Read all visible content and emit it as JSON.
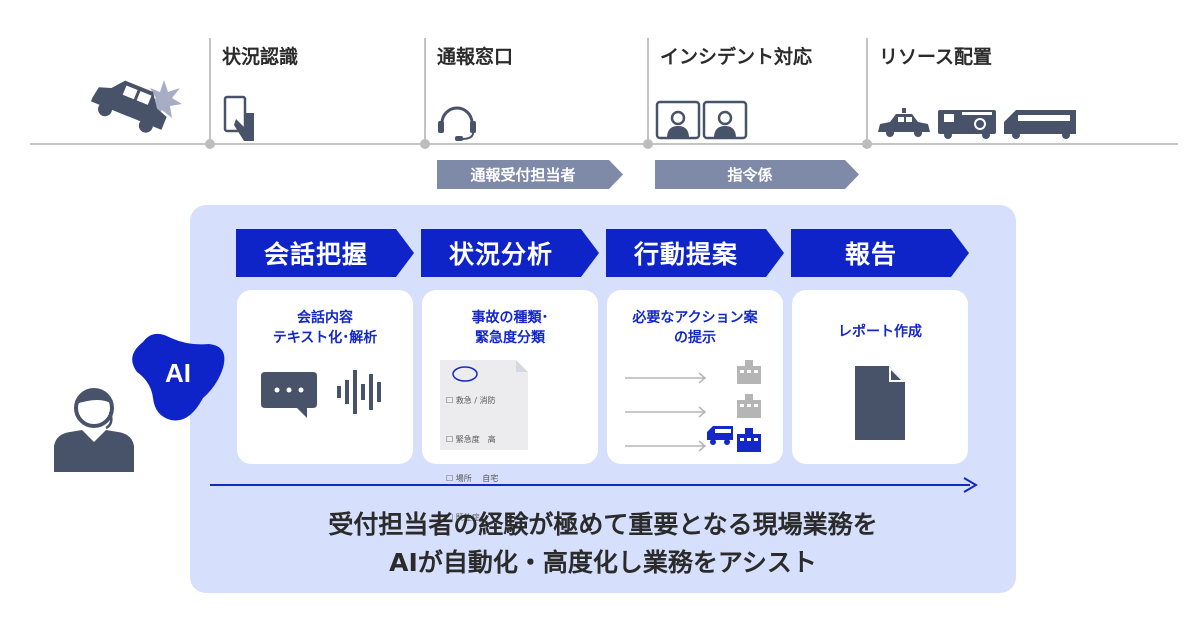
{
  "timeline": {
    "stages": [
      {
        "label": "状況認識",
        "icon": "smartphone-touch-icon"
      },
      {
        "label": "通報窓口",
        "icon": "headset-icon"
      },
      {
        "label": "インシデント対応",
        "icon": "operators-icon"
      },
      {
        "label": "リソース配置",
        "icon": "emergency-vehicles-icon"
      }
    ],
    "start_icon": "car-crash-icon",
    "roles": [
      {
        "label": "通報受付担当者"
      },
      {
        "label": "指令係"
      }
    ]
  },
  "ai": {
    "badge": "AI",
    "operator_icon": "operator-icon",
    "steps": [
      {
        "title": "会話把握",
        "description": "会話内容\nテキスト化･解析",
        "icon": "chat-waveform-icon"
      },
      {
        "title": "状況分析",
        "description": "事故の種類･\n緊急度分類",
        "icon": "checklist-document-icon",
        "checklist": [
          "救急 / 消防",
          "緊急度　高",
          "場所　 自宅",
          "既往症",
          "⋮"
        ]
      },
      {
        "title": "行動提案",
        "description": "必要なアクション案\nの提示",
        "icon": "routing-arrows-icon"
      },
      {
        "title": "報告",
        "description": "レポート作成",
        "icon": "document-icon"
      }
    ],
    "summary_line1": "受付担当者の経験が極めて重要となる現場業務を",
    "summary_line2": "AIが自動化・高度化し業務をアシスト"
  },
  "colors": {
    "accent": "#0e24c9",
    "panel": "#d6e0fc",
    "role_tag": "#7f8aa8",
    "icon_dark": "#48536a"
  }
}
